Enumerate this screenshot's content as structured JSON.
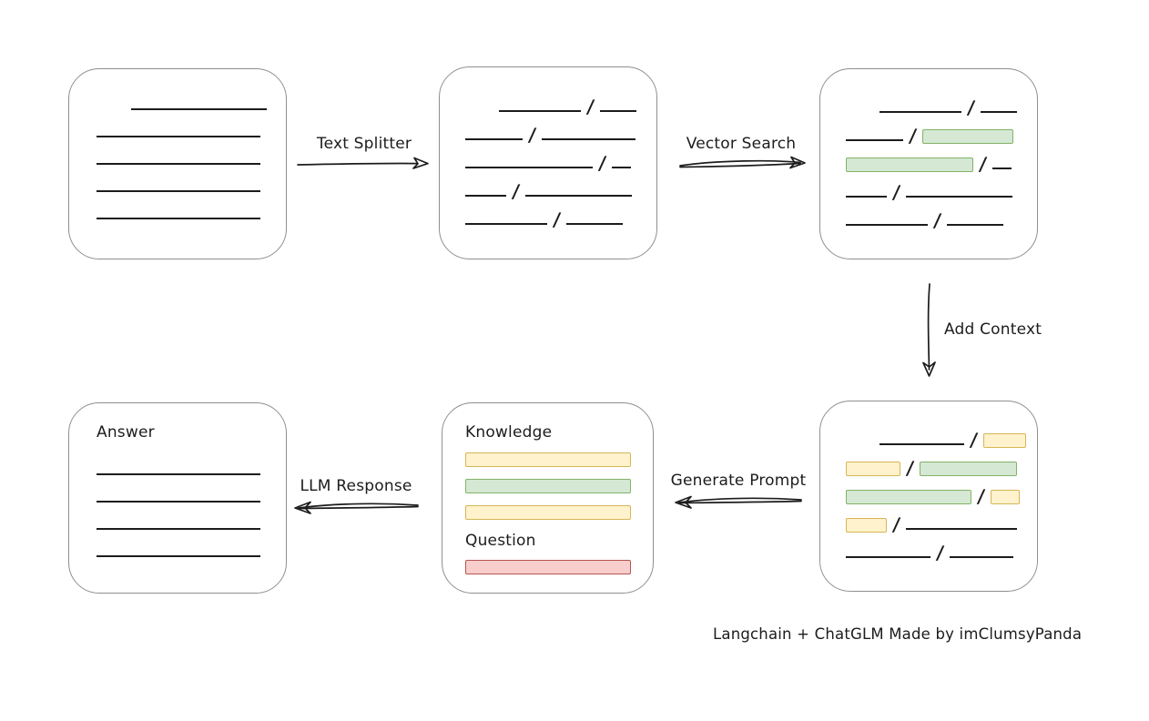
{
  "credit": "Langchain + ChatGLM Made by imClumsyPanda",
  "colors": {
    "green_fill": "#d5e8d4",
    "green_border": "#82b366",
    "yellow_fill": "#fff2cc",
    "yellow_border": "#d6b656",
    "red_fill": "#f8cecc",
    "red_border": "#b85450",
    "box_border": "#8f8f8f",
    "ink": "#1c1c1c"
  },
  "arrows": [
    {
      "id": "text-splitter",
      "label": "Text Splitter",
      "direction": "right"
    },
    {
      "id": "vector-search",
      "label": "Vector Search",
      "direction": "right"
    },
    {
      "id": "add-context",
      "label": "Add Context",
      "direction": "down"
    },
    {
      "id": "generate-prompt",
      "label": "Generate Prompt",
      "direction": "left"
    },
    {
      "id": "llm-response",
      "label": "LLM Response",
      "direction": "left"
    }
  ],
  "boxes": {
    "document": {
      "rows": [
        {
          "segments": [
            {
              "t": "gap",
              "w": 31
            },
            {
              "t": "line",
              "w": 149
            }
          ]
        },
        {
          "segments": [
            {
              "t": "line",
              "w": 180
            }
          ]
        },
        {
          "segments": [
            {
              "t": "line",
              "w": 180
            }
          ]
        },
        {
          "segments": [
            {
              "t": "line",
              "w": 180
            }
          ]
        },
        {
          "segments": [
            {
              "t": "line",
              "w": 180
            }
          ]
        }
      ]
    },
    "chunks": {
      "rows": [
        {
          "segments": [
            {
              "t": "gap",
              "w": 30
            },
            {
              "t": "line",
              "w": 90
            },
            {
              "t": "slash"
            },
            {
              "t": "line",
              "w": 40
            }
          ]
        },
        {
          "segments": [
            {
              "t": "line",
              "w": 63
            },
            {
              "t": "slash"
            },
            {
              "t": "line",
              "w": 103
            }
          ]
        },
        {
          "segments": [
            {
              "t": "line",
              "w": 140
            },
            {
              "t": "slash"
            },
            {
              "t": "line",
              "w": 21
            }
          ]
        },
        {
          "segments": [
            {
              "t": "line",
              "w": 45
            },
            {
              "t": "slash"
            },
            {
              "t": "line",
              "w": 117
            }
          ]
        },
        {
          "segments": [
            {
              "t": "line",
              "w": 90
            },
            {
              "t": "slash"
            },
            {
              "t": "line",
              "w": 62
            }
          ]
        }
      ]
    },
    "retrieved": {
      "rows": [
        {
          "segments": [
            {
              "t": "gap",
              "w": 30
            },
            {
              "t": "line",
              "w": 90
            },
            {
              "t": "slash"
            },
            {
              "t": "line",
              "w": 40
            }
          ]
        },
        {
          "segments": [
            {
              "t": "line",
              "w": 63
            },
            {
              "t": "slash"
            },
            {
              "t": "green",
              "w": 100
            }
          ]
        },
        {
          "segments": [
            {
              "t": "green",
              "w": 140
            },
            {
              "t": "slash"
            },
            {
              "t": "line",
              "w": 21
            }
          ]
        },
        {
          "segments": [
            {
              "t": "line",
              "w": 45
            },
            {
              "t": "slash"
            },
            {
              "t": "line",
              "w": 117
            }
          ]
        },
        {
          "segments": [
            {
              "t": "line",
              "w": 90
            },
            {
              "t": "slash"
            },
            {
              "t": "line",
              "w": 62
            }
          ]
        }
      ]
    },
    "context": {
      "rows": [
        {
          "segments": [
            {
              "t": "gap",
              "w": 30
            },
            {
              "t": "line",
              "w": 93
            },
            {
              "t": "slash"
            },
            {
              "t": "yellow",
              "w": 47
            }
          ]
        },
        {
          "segments": [
            {
              "t": "yellow",
              "w": 60
            },
            {
              "t": "slash"
            },
            {
              "t": "green",
              "w": 107
            }
          ]
        },
        {
          "segments": [
            {
              "t": "green",
              "w": 138
            },
            {
              "t": "slash"
            },
            {
              "t": "yellow",
              "w": 32
            }
          ]
        },
        {
          "segments": [
            {
              "t": "yellow",
              "w": 45
            },
            {
              "t": "slash"
            },
            {
              "t": "line",
              "w": 122
            }
          ]
        },
        {
          "segments": [
            {
              "t": "line",
              "w": 93
            },
            {
              "t": "slash"
            },
            {
              "t": "line",
              "w": 70
            }
          ]
        }
      ]
    },
    "prompt": {
      "knowledge_label": "Knowledge",
      "knowledge_bars": [
        "yellow",
        "green",
        "yellow"
      ],
      "question_label": "Question",
      "question_bars": [
        "red"
      ]
    },
    "answer": {
      "label": "Answer",
      "rows": [
        {
          "segments": [
            {
              "t": "line",
              "w": 180
            }
          ]
        },
        {
          "segments": [
            {
              "t": "line",
              "w": 180
            }
          ]
        },
        {
          "segments": [
            {
              "t": "line",
              "w": 180
            }
          ]
        },
        {
          "segments": [
            {
              "t": "line",
              "w": 180
            }
          ]
        }
      ]
    }
  }
}
